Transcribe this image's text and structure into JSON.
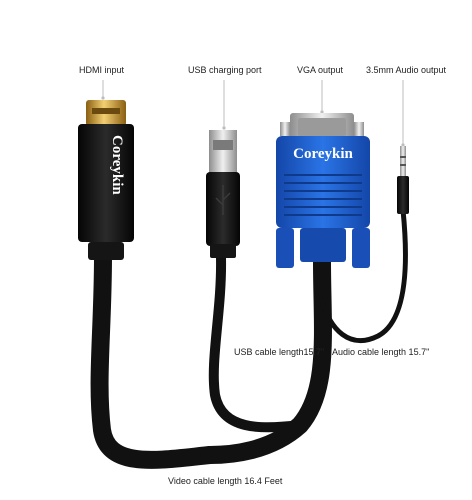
{
  "callouts": {
    "hdmi": "HDMI input",
    "usb": "USB charging port",
    "vga": "VGA output",
    "audio": "3.5mm Audio output"
  },
  "cable_lengths": {
    "usb": "USB cable length15.7\"",
    "audio": "Audio cable length 15.7\"",
    "video": "Video cable length 16.4 Feet"
  },
  "brand": {
    "hdmi_housing": "Coreykin",
    "vga_housing": "Coreykin"
  },
  "colors": {
    "cable": "#111111",
    "vga_blue": "#1f63d6",
    "gold": "#c9962f",
    "silver": "#c8c8c8"
  }
}
